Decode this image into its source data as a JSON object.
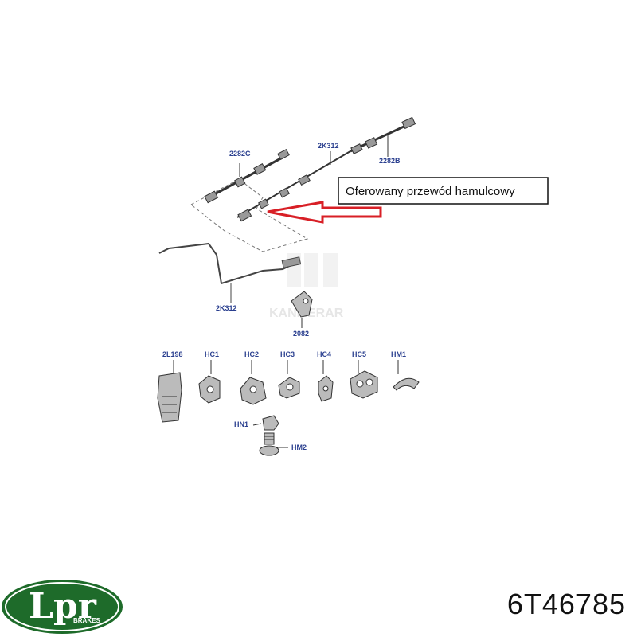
{
  "callout": {
    "text": "Oferowany przewód hamulcowy"
  },
  "part_labels": {
    "c2282c": "2282C",
    "k312_top": "2K312",
    "b2282": "2282B",
    "k312_bottom": "2K312",
    "n2082": "2082",
    "l2198": "2L198",
    "hc1": "HC1",
    "hc2": "HC2",
    "hc3": "HC3",
    "hc4": "HC4",
    "hc5": "HC5",
    "hm1": "HM1",
    "hn1": "HN1",
    "hm2": "HM2"
  },
  "logo": {
    "word": "Lpr",
    "sub": "BRAKES",
    "color": "#1e6b2a"
  },
  "part_number": "6T46785"
}
